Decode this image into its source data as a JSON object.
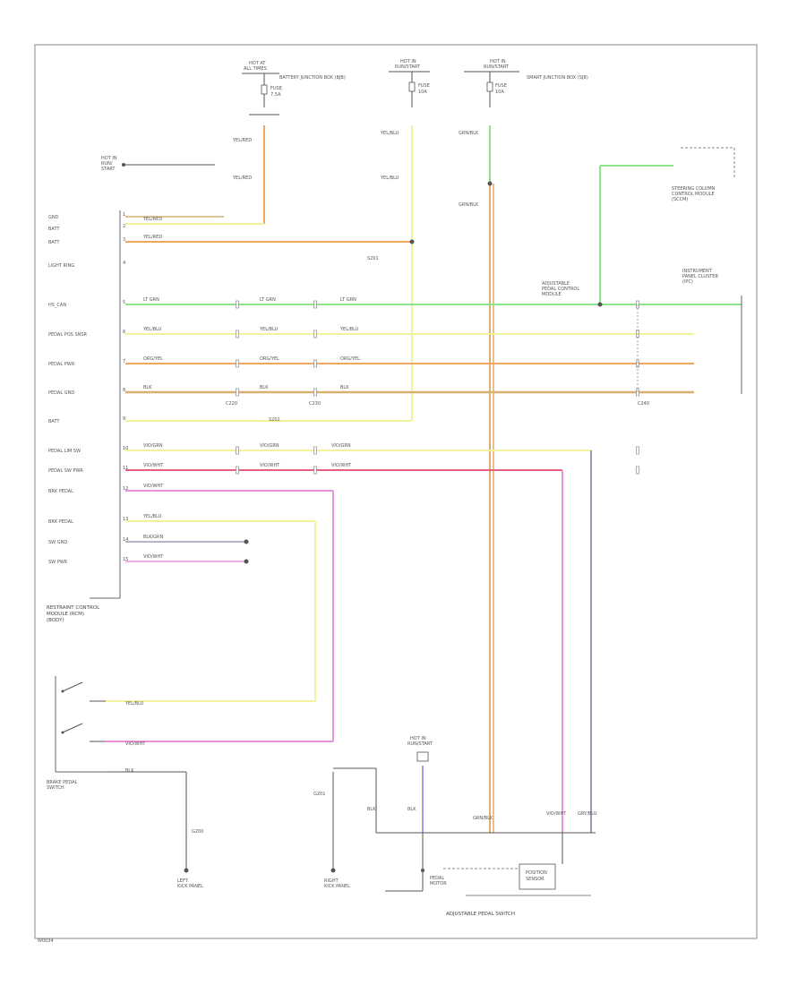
{
  "diagram_id": "W0034",
  "colors": {
    "yellow": "#f2f29a",
    "orange": "#f0a560",
    "green": "#8ee28a",
    "pink": "#f090e0",
    "red": "#e86080",
    "tan": "#d8b070",
    "gray": "#9a9ab8",
    "blue": "#8080f0",
    "black": "#555555"
  },
  "top_sources": {
    "hot_at_left": {
      "head": "HOT AT",
      "sub": "ALL TIMES",
      "fuse": "FUSE",
      "amp": "7.5A",
      "desc": "BATTERY JUNCTION BOX (BJB)"
    },
    "hot_at_mid": {
      "head": "HOT IN",
      "sub": "RUN/START",
      "fuse": "FUSE",
      "amp": "10A"
    },
    "hot_at_right": {
      "head": "HOT IN",
      "sub": "RUN/START",
      "fuse": "FUSE",
      "amp": "10A",
      "desc": "SMART JUNCTION BOX (SJB)"
    }
  },
  "top_left_source": {
    "label1": "HOT IN",
    "label2": "RUN/",
    "label3": "START"
  },
  "module": {
    "label1": "RESTRAINT CONTROL",
    "label2": "MODULE (RCM)",
    "label3": "(BODY)",
    "pins": [
      {
        "name": "GND",
        "pin": "1"
      },
      {
        "name": "BATT",
        "pin": "2"
      },
      {
        "name": "BATT",
        "pin": "3"
      },
      {
        "name": "LIGHT RING",
        "pin": "4"
      },
      {
        "name": "HS_CAN",
        "pin": "5"
      },
      {
        "name": "PEDAL POS SNSR",
        "pin": "6"
      },
      {
        "name": "PEDAL PWR",
        "pin": "7"
      },
      {
        "name": "PEDAL GND",
        "pin": "8"
      },
      {
        "name": "BATT",
        "pin": "9"
      },
      {
        "name": "PEDAL LIM SW",
        "pin": "10"
      },
      {
        "name": "PEDAL SW PWR",
        "pin": "11"
      },
      {
        "name": "BRK PEDAL",
        "pin": "12"
      },
      {
        "name": "BRK PEDAL",
        "pin": "13"
      },
      {
        "name": "SW GND",
        "pin": "14"
      },
      {
        "name": "SW PWR",
        "pin": "15"
      }
    ]
  },
  "right_modules": {
    "steering": {
      "label1": "STEERING COLUMN",
      "label2": "CONTROL MODULE",
      "label3": "(SCCM)"
    },
    "pedal": {
      "label1": "ADJUSTABLE",
      "label2": "PEDAL CONTROL",
      "label3": "MODULE"
    },
    "instrument": {
      "label1": "INSTRUMENT",
      "label2": "PANEL CLUSTER",
      "label3": "(IPC)"
    }
  },
  "wires": {
    "w1": "YEL/RED",
    "w2": "ORG/YEL",
    "w3": "GRN/BLK",
    "w4": "YEL/BLU",
    "w5": "VIO/GRN",
    "w6": "BLK/GRN",
    "w7": "GRY/BLU",
    "w8": "VIO/WHT",
    "w9": "BLK",
    "w10": "LT GRN"
  },
  "grounds": {
    "g1": {
      "code": "G200",
      "label1": "LEFT",
      "label2": "KICK PANEL"
    },
    "g2": {
      "code": "G201",
      "label1": "RIGHT",
      "label2": "KICK PANEL"
    }
  },
  "switches": {
    "brake_switch": {
      "label1": "BRAKE PEDAL",
      "label2": "SWITCH"
    },
    "pedal_switch": {
      "label": "ADJUSTABLE PEDAL SWITCH"
    },
    "motor": {
      "label1": "PEDAL",
      "label2": "MOTOR"
    },
    "position": {
      "label1": "POSITION",
      "label2": "SENSOR"
    }
  },
  "misc": {
    "splice_s1": "S201",
    "splice_s2": "S202",
    "c1": "C220",
    "c2": "C230",
    "c3": "C240"
  }
}
